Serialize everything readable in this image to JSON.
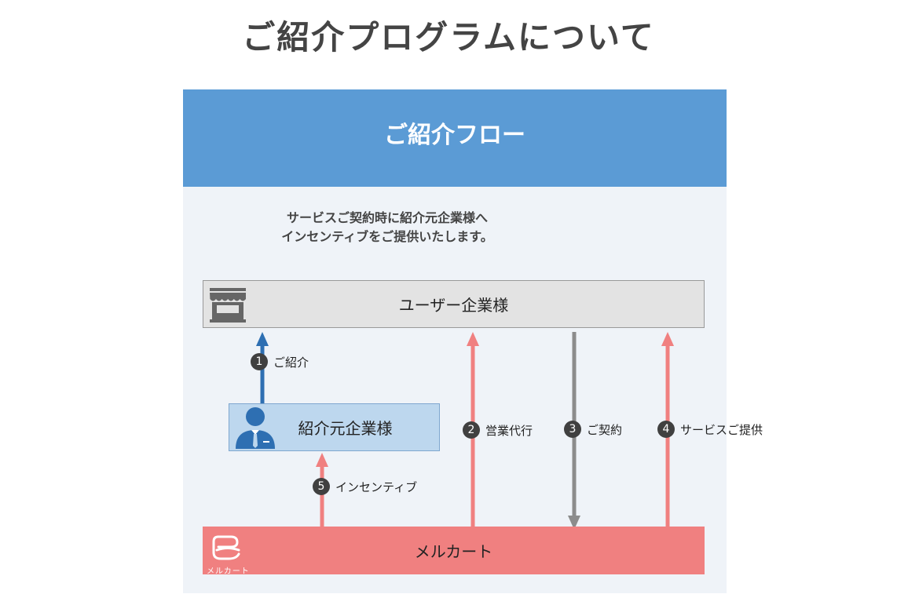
{
  "page": {
    "title": "ご紹介プログラムについて"
  },
  "panel": {
    "header": "ご紹介フロー",
    "intro_line1": "サービスご契約時に紹介元企業様へ",
    "intro_line2": "インセンティブをご提供いたします。"
  },
  "nodes": {
    "user_company": "ユーザー企業様",
    "referrer_company": "紹介元企業様",
    "merucart": "メルカート",
    "merucart_logo_text": "メルカート"
  },
  "steps": [
    {
      "num": "1",
      "label": "ご紹介"
    },
    {
      "num": "2",
      "label": "営業代行"
    },
    {
      "num": "3",
      "label": "ご契約"
    },
    {
      "num": "4",
      "label": "サービスご提供"
    },
    {
      "num": "5",
      "label": "インセンティブ"
    }
  ],
  "colors": {
    "header": "#5b9bd5",
    "panel_bg": "#eff3f8",
    "user_box": "#e3e3e3",
    "referrer_box": "#bdd7ee",
    "merucart_box": "#f08080",
    "arrow_blue": "#2e6fb2",
    "arrow_pink": "#f08080",
    "arrow_gray": "#8c8c8c",
    "step_badge": "#404040"
  },
  "icons": [
    "store-icon",
    "person-icon",
    "merucart-logo-icon"
  ]
}
